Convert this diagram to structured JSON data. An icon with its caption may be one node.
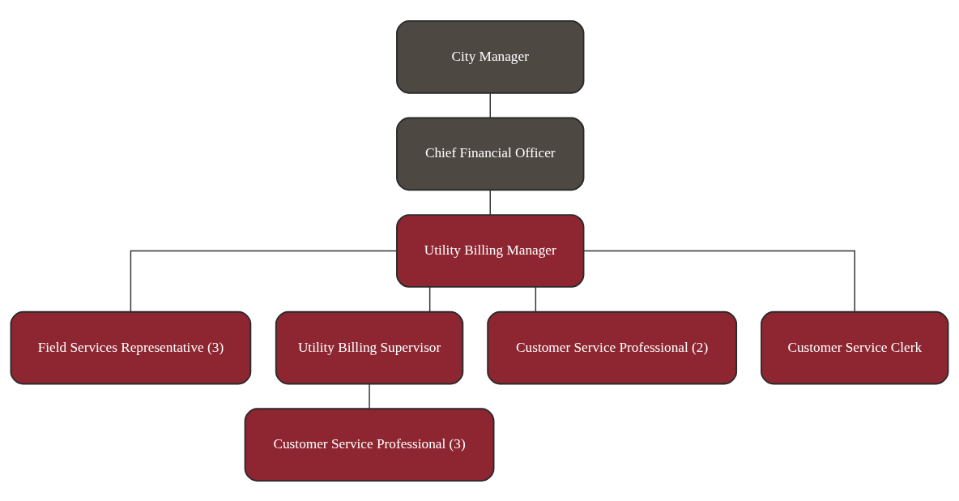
{
  "diagram": {
    "nodes": [
      {
        "text": [
          "City Manager"
        ]
      },
      {
        "text": [
          "Chief Financial Officer"
        ]
      },
      {
        "text": [
          "Utility Billing Manager"
        ]
      },
      {
        "text": [
          "Field Services Representative (3)"
        ]
      },
      {
        "text": [
          "Utility Billing Supervisor"
        ]
      },
      {
        "text": [
          "Customer Service Professional (2)"
        ]
      },
      {
        "text": [
          "Customer Service Clerk"
        ]
      },
      {
        "text": [
          "Customer Service Professional (3)"
        ]
      }
    ],
    "edges": [
      {
        "from": 0,
        "to": 1,
        "arrow": "none"
      },
      {
        "from": 1,
        "to": 2,
        "arrow": "none"
      },
      {
        "from": 2,
        "to": 3,
        "arrow": "none"
      },
      {
        "from": 2,
        "to": 4,
        "arrow": "none"
      },
      {
        "from": 2,
        "to": 5,
        "arrow": "none"
      },
      {
        "from": 2,
        "to": 6,
        "arrow": "none"
      },
      {
        "from": 4,
        "to": 7,
        "arrow": "none"
      }
    ]
  }
}
